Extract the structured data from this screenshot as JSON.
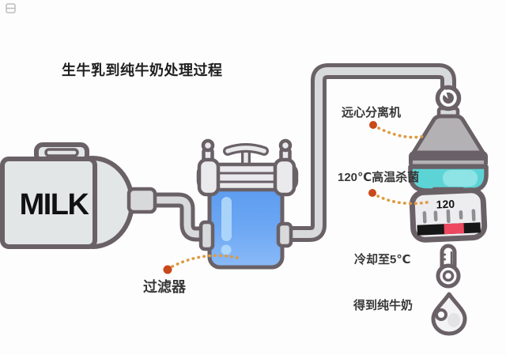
{
  "title": "生牛乳到纯牛奶处理过程",
  "tank": {
    "label": "MILK"
  },
  "stages": {
    "filter": "过滤器",
    "separator": "远心分离机",
    "sterilize": "120℃高温杀菌",
    "cool": "冷却至5℃",
    "result": "得到纯牛奶"
  },
  "gauge": {
    "value": "120"
  },
  "colors": {
    "outline": "#6a6167",
    "pipefill": "#d8d9da",
    "tankfill": "#e3e6e7",
    "lidfill": "#eaeaec",
    "blue1": "#5898ef",
    "blue2": "#8abaf8",
    "bluehl": "#b5dcfa",
    "teal": "#5cd4d6",
    "tealhl": "#93e4e5",
    "cone": "#b3b1b4",
    "gaugefill": "#ededef",
    "tick": "#8e8e93",
    "band": "#161616",
    "red": "#ee4760",
    "dotline": "#de9a41",
    "dotbig": "#c8491b",
    "text": "#383838",
    "titlecolor": "#1f1f1f",
    "milk": "#111111"
  }
}
